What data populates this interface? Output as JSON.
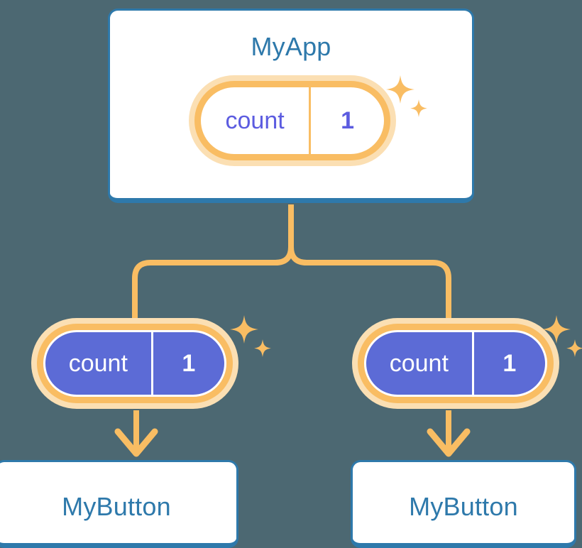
{
  "theme": {
    "background": "#4c6872",
    "card_border": "#2e79ab",
    "card_fill": "#ffffff",
    "title_text": "#2e79ab",
    "pill_ring": "#f9bd63",
    "pill_glow": "#fbdfb3",
    "pill_fill_solid": "#5c6bd6",
    "pill_text_light": "#5c5ce0",
    "pill_text_solid": "#ffffff",
    "connector": "#f9bd63",
    "sparkle": "#f9bd63"
  },
  "diagram": {
    "root": {
      "title": "MyApp",
      "state": {
        "key": "count",
        "value": "1"
      },
      "sparkle_icon": "sparkle-icon"
    },
    "children": [
      {
        "state": {
          "key": "count",
          "value": "1"
        },
        "sparkle_icon": "sparkle-icon",
        "title": "MyButton"
      },
      {
        "state": {
          "key": "count",
          "value": "1"
        },
        "sparkle_icon": "sparkle-icon",
        "title": "MyButton"
      }
    ]
  }
}
